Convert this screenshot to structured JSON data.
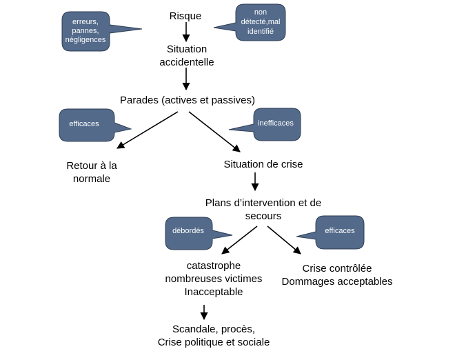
{
  "colors": {
    "bubble_fill": "#536a8a",
    "bubble_stroke": "#2f3e54",
    "bubble_text": "#ffffff",
    "text": "#000000",
    "background": "#ffffff"
  },
  "nodes": {
    "risque": [
      "Risque"
    ],
    "situation_accidentelle": [
      "Situation",
      "accidentelle"
    ],
    "parades": [
      "Parades (actives et passives)"
    ],
    "retour_normale": [
      "Retour à la",
      "normale"
    ],
    "situation_crise": [
      "Situation de crise"
    ],
    "plans_intervention": [
      "Plans d’intervention et de",
      "secours"
    ],
    "catastrophe": [
      "catastrophe",
      "nombreuses victimes",
      "Inacceptable"
    ],
    "crise_controlee": [
      "Crise contrôlée",
      "Dommages acceptables"
    ],
    "scandale": [
      "Scandale, procès,",
      "Crise politique et sociale"
    ]
  },
  "callouts": {
    "erreurs": [
      "erreurs,",
      "pannes,",
      "négligences"
    ],
    "non_detecte": [
      "non",
      "détecté,mal",
      "identifié"
    ],
    "efficaces_1": [
      "efficaces"
    ],
    "inefficaces": [
      "inefficaces"
    ],
    "debordes": [
      "débordés"
    ],
    "efficaces_2": [
      "efficaces"
    ]
  }
}
